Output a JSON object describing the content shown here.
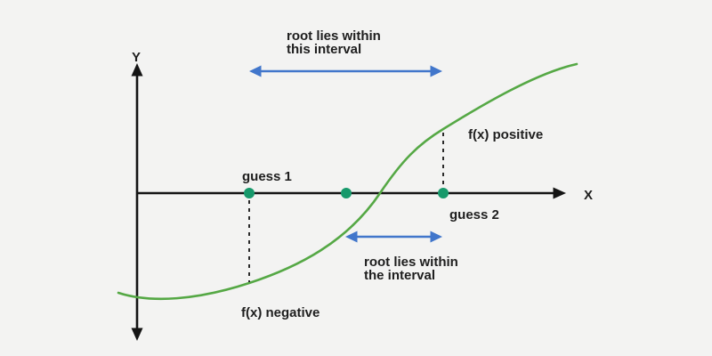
{
  "canvas": {
    "background": "#f3f3f2"
  },
  "colors": {
    "axis": "#141414",
    "text": "#1e1e1e",
    "curve": "#55a845",
    "point": "#17996b",
    "arrow": "#4176cb",
    "dashed": "#2a2a2a"
  },
  "axes": {
    "x_label": "X",
    "y_label": "Y"
  },
  "annotations": {
    "top_interval": {
      "line1": "root lies within",
      "line2": "this interval"
    },
    "bottom_interval": {
      "line1": "root lies within",
      "line2": "the interval"
    },
    "guess1_label": "guess 1",
    "guess2_label": "guess 2",
    "fx_positive": "f(x) positive",
    "fx_negative": "f(x) negative"
  }
}
